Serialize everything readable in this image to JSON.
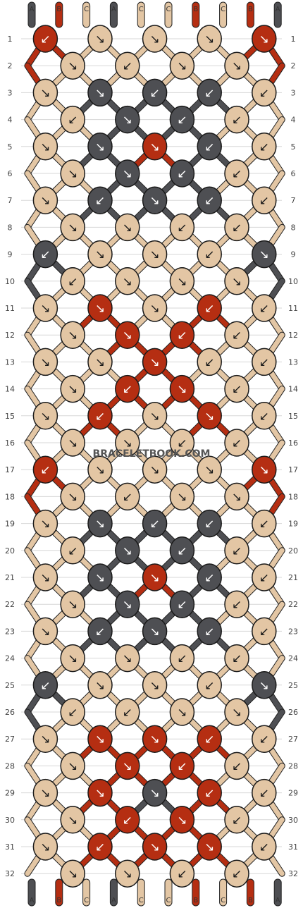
{
  "watermark": "BRACELETBOOK.COM",
  "colors": {
    "A": "#4e4f53",
    "B": "#b52e12",
    "C": "#e3c6a4"
  },
  "strings_top": [
    "A",
    "B",
    "C",
    "A",
    "C",
    "C",
    "B",
    "C",
    "B",
    "A"
  ],
  "strings_bottom": [
    "A",
    "B",
    "C",
    "A",
    "C",
    "C",
    "B",
    "C",
    "B",
    "A"
  ],
  "row_labels": [
    "1",
    "2",
    "3",
    "4",
    "5",
    "6",
    "7",
    "8",
    "9",
    "10",
    "11",
    "12",
    "13",
    "14",
    "15",
    "16",
    "17",
    "18",
    "19",
    "20",
    "21",
    "22",
    "23",
    "24",
    "25",
    "26",
    "27",
    "28",
    "29",
    "30",
    "31",
    "32"
  ],
  "knots": [
    [
      "B",
      "C",
      "C",
      "C",
      "B"
    ],
    [
      "C",
      "C",
      "C",
      "C"
    ],
    [
      "C",
      "A",
      "A",
      "A",
      "C"
    ],
    [
      "C",
      "A",
      "A",
      "C"
    ],
    [
      "C",
      "A",
      "B",
      "A",
      "C"
    ],
    [
      "C",
      "A",
      "A",
      "C"
    ],
    [
      "C",
      "A",
      "A",
      "A",
      "C"
    ],
    [
      "C",
      "C",
      "C",
      "C"
    ],
    [
      "A",
      "C",
      "C",
      "C",
      "A"
    ],
    [
      "C",
      "C",
      "C",
      "C"
    ],
    [
      "C",
      "B",
      "C",
      "B",
      "C"
    ],
    [
      "C",
      "B",
      "B",
      "C"
    ],
    [
      "C",
      "C",
      "B",
      "C",
      "C"
    ],
    [
      "C",
      "B",
      "B",
      "C"
    ],
    [
      "C",
      "B",
      "C",
      "B",
      "C"
    ],
    [
      "C",
      "C",
      "C",
      "C"
    ],
    [
      "B",
      "C",
      "C",
      "C",
      "B"
    ],
    [
      "C",
      "C",
      "C",
      "C"
    ],
    [
      "C",
      "A",
      "A",
      "A",
      "C"
    ],
    [
      "C",
      "A",
      "A",
      "C"
    ],
    [
      "C",
      "A",
      "B",
      "A",
      "C"
    ],
    [
      "C",
      "A",
      "A",
      "C"
    ],
    [
      "C",
      "A",
      "A",
      "A",
      "C"
    ],
    [
      "C",
      "C",
      "C",
      "C"
    ],
    [
      "A",
      "C",
      "C",
      "C",
      "A"
    ],
    [
      "C",
      "C",
      "C",
      "C"
    ],
    [
      "C",
      "B",
      "B",
      "B",
      "C"
    ],
    [
      "C",
      "B",
      "B",
      "C"
    ],
    [
      "C",
      "B",
      "A",
      "B",
      "C"
    ],
    [
      "C",
      "B",
      "B",
      "C"
    ],
    [
      "C",
      "B",
      "B",
      "B",
      "C"
    ],
    [
      "C",
      "C",
      "C",
      "C"
    ]
  ],
  "arrows": [
    [
      "↙",
      "↘",
      "↘",
      "↘",
      "↘"
    ],
    [
      "↘",
      "↙",
      "↘",
      "↘"
    ],
    [
      "↘",
      "↘",
      "↙",
      "↙",
      "↙"
    ],
    [
      "↙",
      "↘",
      "↙",
      "↙"
    ],
    [
      "↘",
      "↘",
      "↘",
      "↙",
      "↙"
    ],
    [
      "↘",
      "↘",
      "↙",
      "↙"
    ],
    [
      "↘",
      "↙",
      "↘",
      "↙",
      "↙"
    ],
    [
      "↘",
      "↘",
      "↙",
      "↙"
    ],
    [
      "↙",
      "↘",
      "↘",
      "↙",
      "↘"
    ],
    [
      "↙",
      "↘",
      "↘",
      "↘"
    ],
    [
      "↘",
      "↘",
      "↘",
      "↙",
      "↙"
    ],
    [
      "↘",
      "↘",
      "↙",
      "↙"
    ],
    [
      "↘",
      "↘",
      "↘",
      "↙",
      "↙"
    ],
    [
      "↘",
      "↙",
      "↘",
      "↙"
    ],
    [
      "↘",
      "↙",
      "↘",
      "↘",
      "↙"
    ],
    [
      "↘",
      "↘",
      "↙",
      "↙"
    ],
    [
      "↙",
      "↘",
      "↘",
      "↘",
      "↘"
    ],
    [
      "↘",
      "↙",
      "↘",
      "↘"
    ],
    [
      "↘",
      "↘",
      "↙",
      "↙",
      "↙"
    ],
    [
      "↙",
      "↘",
      "↙",
      "↙"
    ],
    [
      "↘",
      "↘",
      "↘",
      "↙",
      "↙"
    ],
    [
      "↘",
      "↘",
      "↙",
      "↙"
    ],
    [
      "↘",
      "↙",
      "↘",
      "↙",
      "↙"
    ],
    [
      "↘",
      "↘",
      "↙",
      "↙"
    ],
    [
      "↙",
      "↘",
      "↘",
      "↙",
      "↘"
    ],
    [
      "↙",
      "↙",
      "↘",
      "↘"
    ],
    [
      "↘",
      "↘",
      "↘",
      "↙",
      "↙"
    ],
    [
      "↘",
      "↘",
      "↙",
      "↙"
    ],
    [
      "↘",
      "↘",
      "↘",
      "↙",
      "↙"
    ],
    [
      "↘",
      "↙",
      "↘",
      "↙"
    ],
    [
      "↘",
      "↙",
      "↘",
      "↘",
      "↙"
    ],
    [
      "↘",
      "↘",
      "↙",
      "↙"
    ]
  ]
}
